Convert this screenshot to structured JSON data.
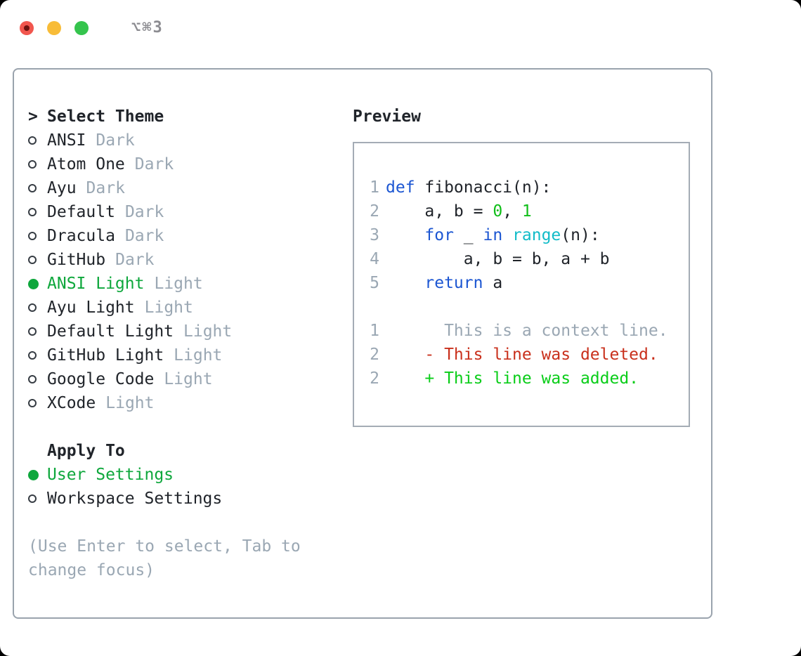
{
  "window": {
    "shortcut_label": "⌥⌘3",
    "traffic_lights": [
      "close",
      "minimize",
      "zoom"
    ]
  },
  "colors": {
    "accent_green": "#0ea73c",
    "keyword_blue": "#1c56d2",
    "number_green": "#10be19",
    "builtin_cyan": "#12bcc8",
    "deleted_red": "#c9301c",
    "added_green": "#0acd19",
    "text_dark": "#20242a",
    "muted_gray": "#9aa7b3",
    "border_gray": "#9aa3ad",
    "preview_border": "#a4acb5"
  },
  "theme_panel": {
    "title_prefix": ">",
    "title": "Select Theme",
    "themes": [
      {
        "name": "ANSI",
        "variant": "Dark",
        "selected": false
      },
      {
        "name": "Atom One",
        "variant": "Dark",
        "selected": false
      },
      {
        "name": "Ayu",
        "variant": "Dark",
        "selected": false
      },
      {
        "name": "Default",
        "variant": "Dark",
        "selected": false
      },
      {
        "name": "Dracula",
        "variant": "Dark",
        "selected": false
      },
      {
        "name": "GitHub",
        "variant": "Dark",
        "selected": false
      },
      {
        "name": "ANSI Light",
        "variant": "Light",
        "selected": true
      },
      {
        "name": "Ayu Light",
        "variant": "Light",
        "selected": false
      },
      {
        "name": "Default Light",
        "variant": "Light",
        "selected": false
      },
      {
        "name": "GitHub Light",
        "variant": "Light",
        "selected": false
      },
      {
        "name": "Google Code",
        "variant": "Light",
        "selected": false
      },
      {
        "name": "XCode",
        "variant": "Light",
        "selected": false
      }
    ],
    "apply_to": {
      "title": "Apply To",
      "options": [
        {
          "label": "User Settings",
          "selected": true
        },
        {
          "label": "Workspace Settings",
          "selected": false
        }
      ]
    },
    "hint": "(Use Enter to select, Tab to\nchange focus)"
  },
  "preview": {
    "title": "Preview",
    "code_lines": [
      {
        "num": "1",
        "segments": [
          {
            "text": "def ",
            "color": "keyword"
          },
          {
            "text": "fibonacci(n):",
            "color": "default"
          }
        ]
      },
      {
        "num": "2",
        "segments": [
          {
            "text": "    a, b = ",
            "color": "default"
          },
          {
            "text": "0",
            "color": "number"
          },
          {
            "text": ", ",
            "color": "default"
          },
          {
            "text": "1",
            "color": "number"
          }
        ]
      },
      {
        "num": "3",
        "segments": [
          {
            "text": "    ",
            "color": "default"
          },
          {
            "text": "for",
            "color": "keyword"
          },
          {
            "text": " _ ",
            "color": "default"
          },
          {
            "text": "in",
            "color": "keyword"
          },
          {
            "text": " ",
            "color": "default"
          },
          {
            "text": "range",
            "color": "builtin"
          },
          {
            "text": "(n):",
            "color": "default"
          }
        ]
      },
      {
        "num": "4",
        "segments": [
          {
            "text": "        a, b = b, a + b",
            "color": "default"
          }
        ]
      },
      {
        "num": "5",
        "segments": [
          {
            "text": "    ",
            "color": "default"
          },
          {
            "text": "return",
            "color": "keyword"
          },
          {
            "text": " a",
            "color": "default"
          }
        ]
      }
    ],
    "diff_lines": [
      {
        "num": "1",
        "text": "      This is a context line.",
        "type": "context"
      },
      {
        "num": "2",
        "text": "    - This line was deleted.",
        "type": "deleted"
      },
      {
        "num": "2",
        "text": "    + This line was added.",
        "type": "added"
      }
    ]
  }
}
